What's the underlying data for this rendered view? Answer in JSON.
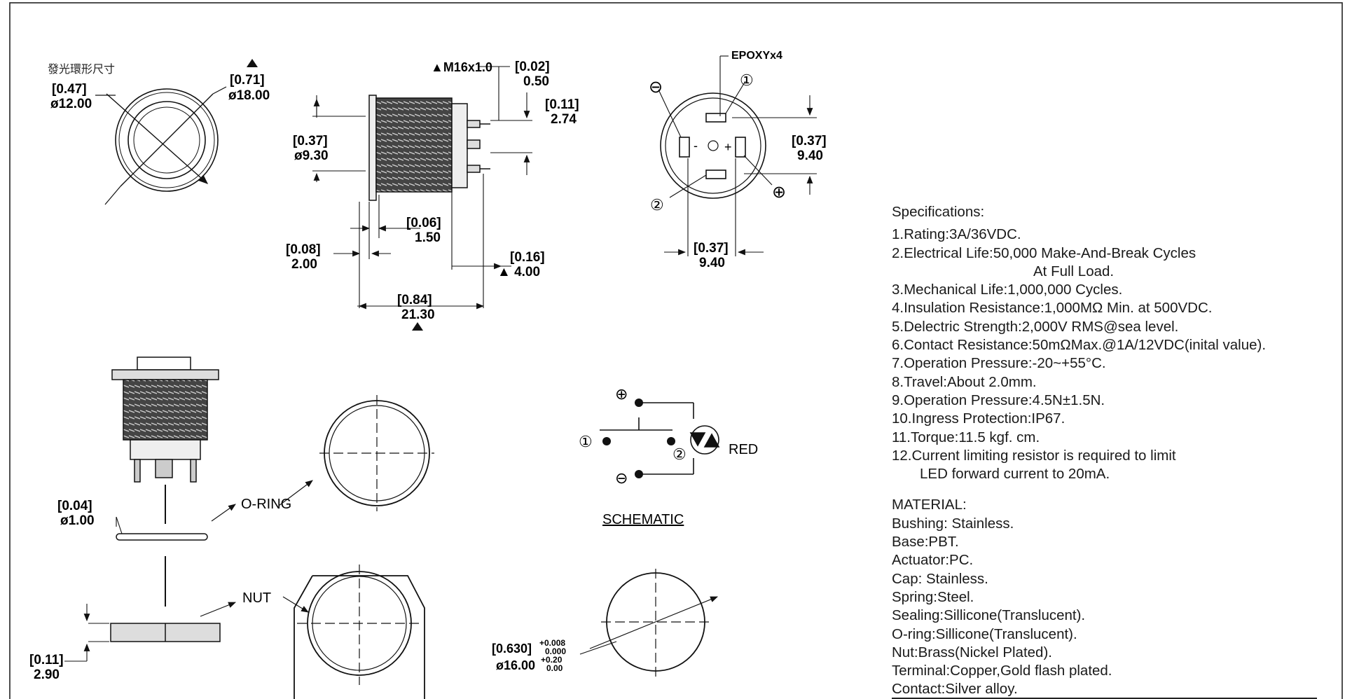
{
  "labels": {
    "glow_ring": "發光環形尺寸",
    "thread": "▲M16x1.0",
    "epoxy": "EPOXYx4",
    "o_ring": "O-RING",
    "nut": "NUT",
    "red": "RED",
    "schematic": "SCHEMATIC"
  },
  "dimensions": {
    "d1_in": "[0.47]",
    "d1_mm": "ø12.00",
    "d2_in": "[0.71]",
    "d2_mm": "ø18.00",
    "d3_in": "[0.02]",
    "d3_mm": "0.50",
    "d4_in": "[0.11]",
    "d4_mm": "2.74",
    "d5_in": "[0.37]",
    "d5_mm": "ø9.30",
    "d6_in": "[0.06]",
    "d6_mm": "1.50",
    "d7_in": "[0.08]",
    "d7_mm": "2.00",
    "d8_in": "[0.16]",
    "d8_mm": "▲ 4.00",
    "d9_in": "[0.84]",
    "d9_mm": "21.30",
    "d10_in": "[0.37]",
    "d10_mm": "9.40",
    "d11_in": "[0.37]",
    "d11_mm": "9.40",
    "d12_in": "[0.04]",
    "d12_mm": "ø1.00",
    "d13_in": "[0.11]",
    "d13_mm": "2.90",
    "d14_in": "[0.630]",
    "d14_tol_in_hi": "+0.008",
    "d14_tol_in_lo": "0.000",
    "d14_mm": "ø16.00",
    "d14_tol_mm_hi": "+0.20",
    "d14_tol_mm_lo": "0.00"
  },
  "terminals": {
    "t1": "①",
    "t2": "②",
    "minus": "⊖",
    "plus": "⊕",
    "plus_small": "+",
    "minus_small": "-"
  },
  "specifications": {
    "title": "Specifications:",
    "items": [
      "1.Rating:3A/36VDC.",
      "2.Electrical Life:50,000 Make-And-Break Cycles",
      "At Full Load.",
      "3.Mechanical Life:1,000,000 Cycles.",
      "4.Insulation Resistance:1,000MΩ Min. at 500VDC.",
      "5.Delectric Strength:2,000V RMS@sea level.",
      "6.Contact Resistance:50mΩMax.@1A/12VDC(inital value).",
      "7.Operation Pressure:-20~+55°C.",
      "8.Travel:About 2.0mm.",
      "9.Operation Pressure:4.5N±1.5N.",
      "10.Ingress Protection:IP67.",
      "11.Torque:11.5 kgf. cm.",
      "12.Current limiting resistor is required to limit",
      "LED forward current to 20mA."
    ]
  },
  "material": {
    "title": "MATERIAL:",
    "items": [
      "Bushing: Stainless.",
      "Base:PBT.",
      "Actuator:PC.",
      "Cap: Stainless.",
      "Spring:Steel.",
      "Sealing:Sillicone(Translucent).",
      "O-ring:Sillicone(Translucent).",
      "Nut:Brass(Nickel Plated).",
      "Terminal:Copper,Gold flash plated.",
      "Contact:Silver alloy."
    ]
  }
}
